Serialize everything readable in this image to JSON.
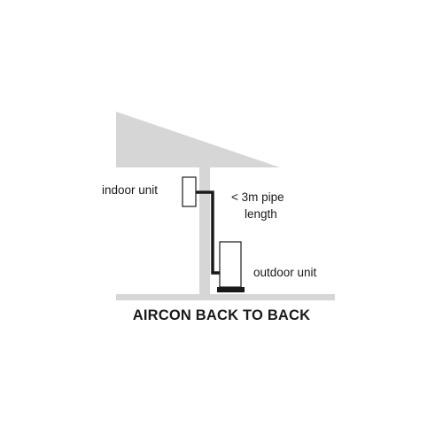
{
  "labels": {
    "indoor_unit": "indoor unit",
    "pipe_length_line1": "< 3m pipe",
    "pipe_length_line2": "length",
    "outdoor_unit": "outdoor unit"
  },
  "caption": "AIRCON BACK TO BACK",
  "colors": {
    "structure": "#d6d6d6",
    "ink": "#1a1a1a",
    "background": "#ffffff"
  }
}
